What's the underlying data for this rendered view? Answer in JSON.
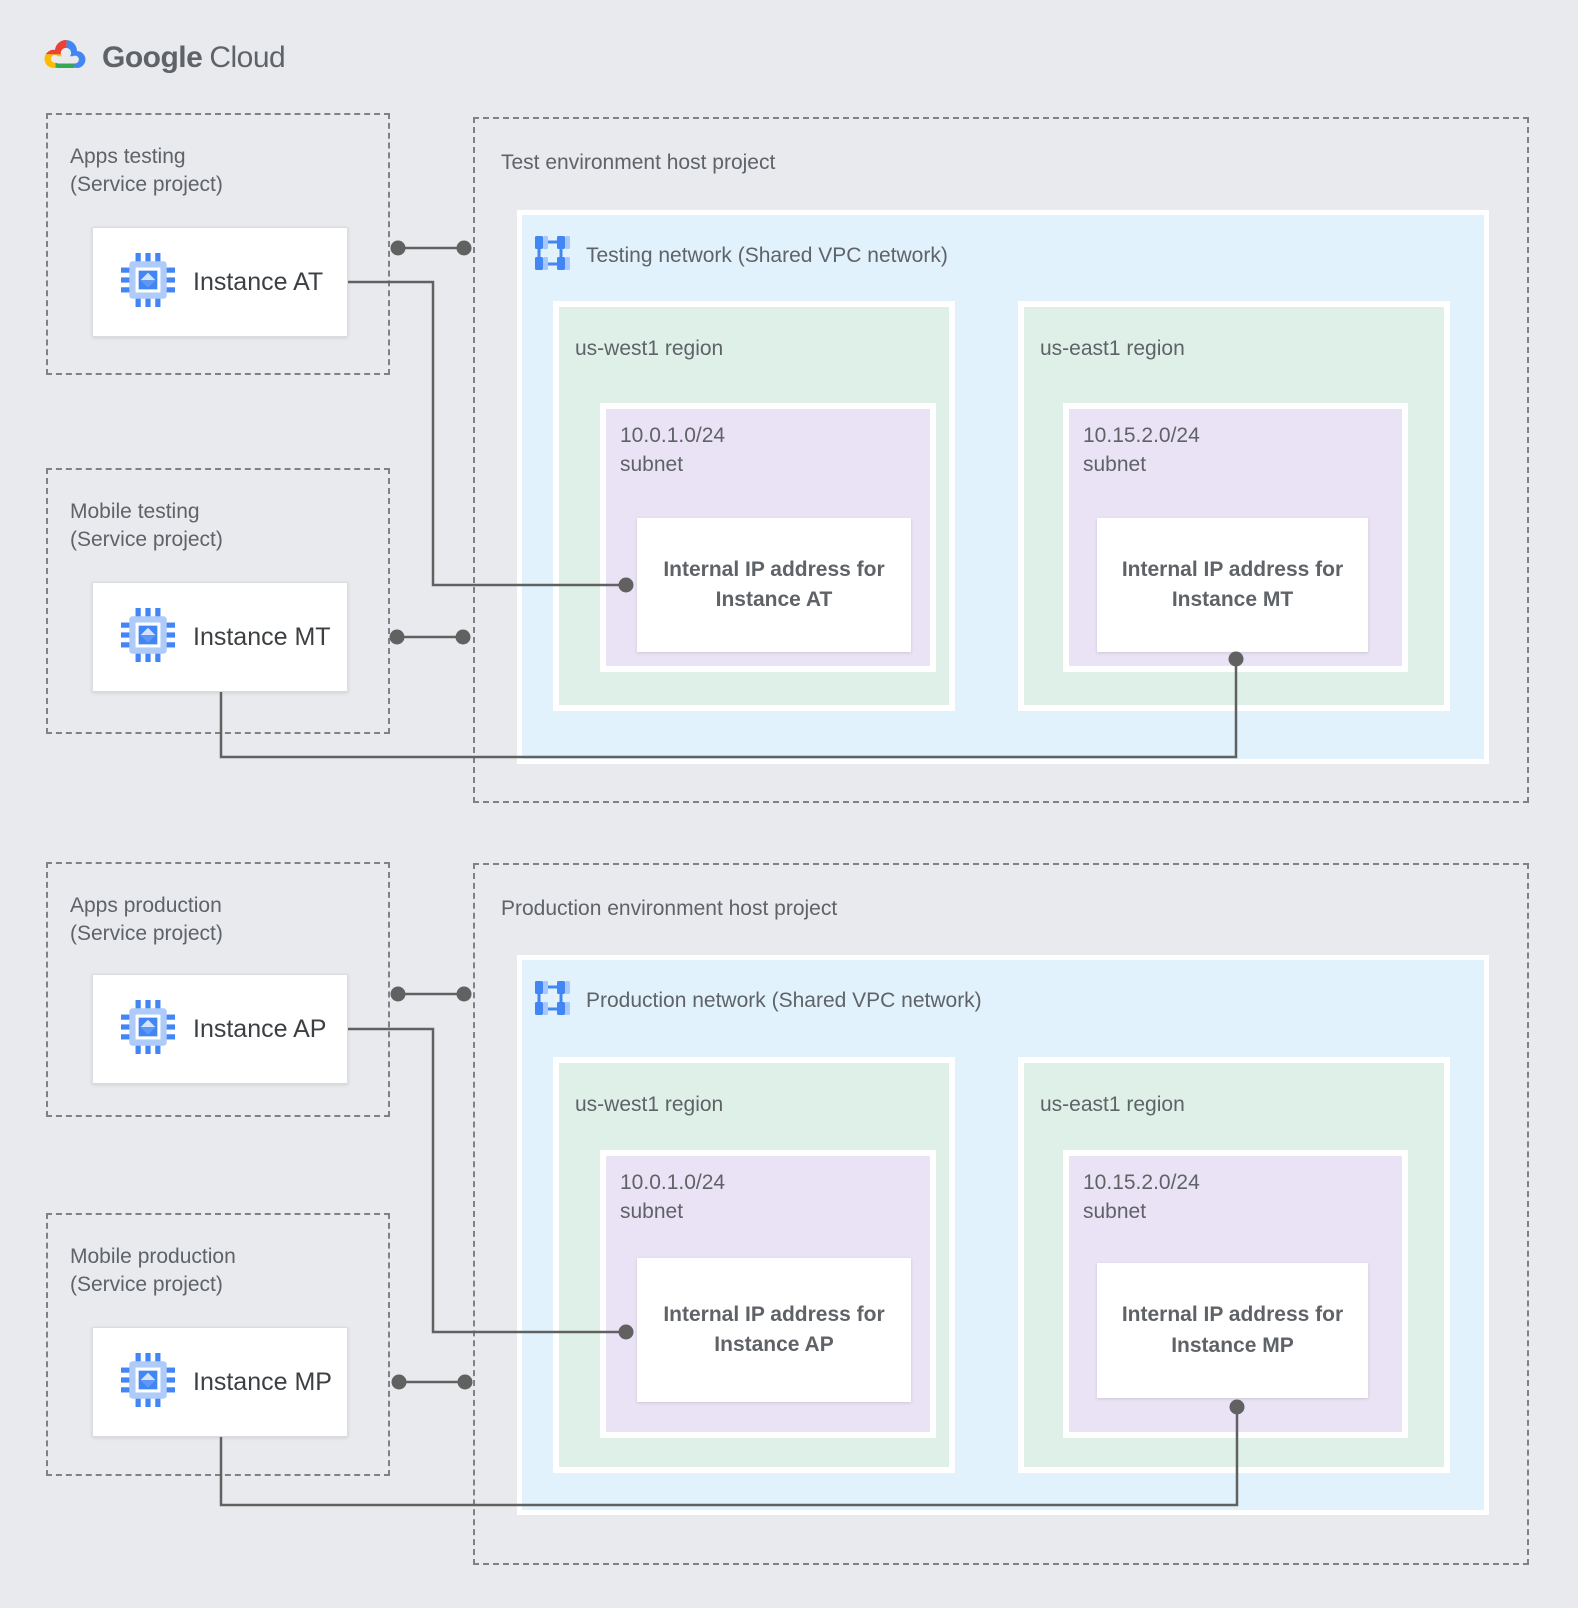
{
  "logo": {
    "brand": "Google",
    "product": "Cloud"
  },
  "palette": {
    "canvas_gray": "#E8EAED",
    "network_blue": "#E1F2FC",
    "region_green": "#DEF0E7",
    "subnet_purple": "#EAE3F5",
    "connector_gray": "#616161",
    "label_gray": "#5F6368",
    "google_blue": "#4285F4",
    "google_red": "#EA4335",
    "google_yellow": "#FBBC05",
    "google_green": "#34A853"
  },
  "test": {
    "apps_project": {
      "name": "Apps testing",
      "subtitle": "(Service project)",
      "instance_label": "Instance AT"
    },
    "mobile_project": {
      "name": "Mobile testing",
      "subtitle": "(Service project)",
      "instance_label": "Instance MT"
    },
    "host": {
      "title": "Test environment host project",
      "network_label": "Testing network (Shared VPC network)",
      "region_west": {
        "name": "us-west1 region",
        "cidr": "10.0.1.0/24",
        "subnet_word": "subnet",
        "ip_label": "Internal IP address for Instance AT"
      },
      "region_east": {
        "name": "us-east1 region",
        "cidr": "10.15.2.0/24",
        "subnet_word": "subnet",
        "ip_label": "Internal IP address for Instance MT"
      }
    }
  },
  "production": {
    "apps_project": {
      "name": "Apps production",
      "subtitle": "(Service project)",
      "instance_label": "Instance AP"
    },
    "mobile_project": {
      "name": "Mobile production",
      "subtitle": "(Service project)",
      "instance_label": "Instance MP"
    },
    "host": {
      "title": "Production environment host project",
      "network_label": "Production network (Shared VPC network)",
      "region_west": {
        "name": "us-west1 region",
        "cidr": "10.0.1.0/24",
        "subnet_word": "subnet",
        "ip_label": "Internal IP address for Instance AP"
      },
      "region_east": {
        "name": "us-east1 region",
        "cidr": "10.15.2.0/24",
        "subnet_word": "subnet",
        "ip_label": "Internal IP address for Instance MP"
      }
    }
  }
}
